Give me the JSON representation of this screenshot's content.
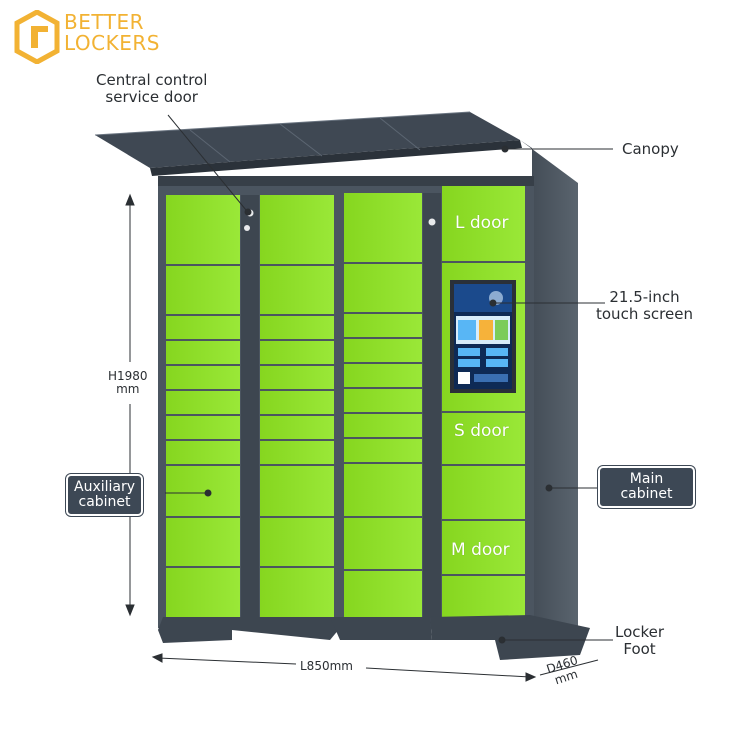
{
  "brand": {
    "line1": "BETTER",
    "line2": "LOCKERS",
    "color": "#f2b233"
  },
  "callouts": {
    "central_control": [
      "Central control",
      "service door"
    ],
    "canopy": "Canopy",
    "touch_screen": [
      "21.5-inch",
      "touch screen"
    ],
    "auxiliary": [
      "Auxiliary",
      "cabinet"
    ],
    "main": [
      "Main",
      "cabinet"
    ],
    "foot": [
      "Locker",
      "Foot"
    ]
  },
  "doors": {
    "l": "L door",
    "s": "S door",
    "m": "M door"
  },
  "dimensions": {
    "height": [
      "H1980",
      "mm"
    ],
    "length": "L850mm",
    "depth": [
      "D460",
      "mm"
    ]
  },
  "colors": {
    "locker_green": "#8fdf28",
    "frame": "#4b5560",
    "callout_box": "#3d4855"
  }
}
